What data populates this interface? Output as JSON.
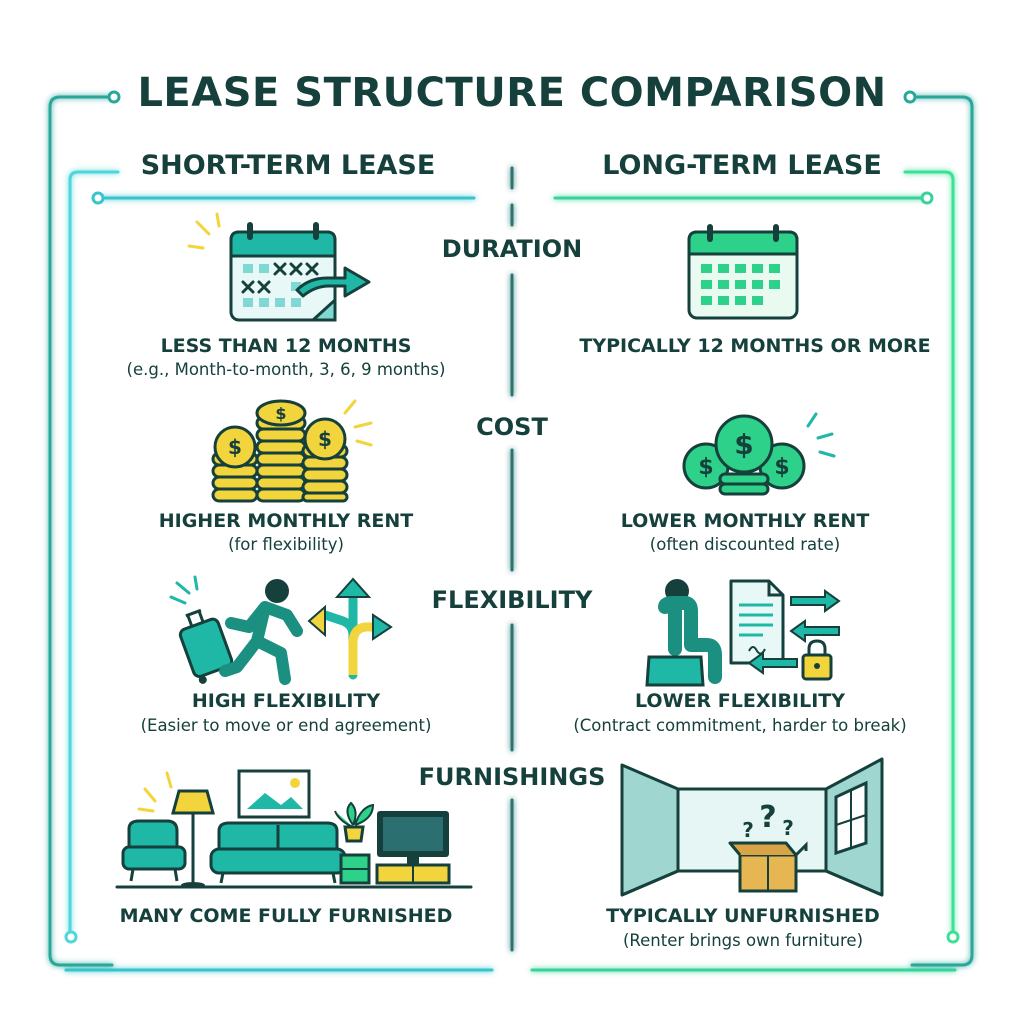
{
  "title": "LEASE STRUCTURE COMPARISON",
  "columns": {
    "left": "SHORT-TERM LEASE",
    "right": "LONG-TERM LEASE"
  },
  "categories": {
    "duration": "DURATION",
    "cost": "COST",
    "flexibility": "FLEXIBILITY",
    "furnishings": "FURNISHINGS"
  },
  "short_term": {
    "duration": {
      "main": "LESS THAN 12 MONTHS",
      "sub": "(e.g., Month-to-month, 3, 6, 9 months)"
    },
    "cost": {
      "main": "HIGHER MONTHLY RENT",
      "sub": "(for flexibility)"
    },
    "flexibility": {
      "main": "HIGH FLEXIBILITY",
      "sub": "(Easier to move or end agreement)"
    },
    "furnishings": {
      "main": "MANY COME FULLY FURNISHED"
    }
  },
  "long_term": {
    "duration": {
      "main": "TYPICALLY 12 MONTHS OR MORE"
    },
    "cost": {
      "main": "LOWER MONTHLY RENT",
      "sub": "(often discounted rate)"
    },
    "flexibility": {
      "main": "LOWER FLEXIBILITY",
      "sub": "(Contract commitment, harder to break)"
    },
    "furnishings": {
      "main": "TYPICALLY UNFURNISHED",
      "sub": "(Renter brings own furniture)"
    }
  },
  "icons": {
    "short_duration": "calendar-crossed-arrow-icon",
    "long_duration": "calendar-full-icon",
    "short_cost": "coin-stacks-icon",
    "long_cost": "coins-icon",
    "short_flex": "runner-suitcase-icon",
    "long_flex": "seated-contract-lock-icon",
    "short_furn": "furnished-living-room-icon",
    "long_furn": "empty-room-box-icon"
  },
  "colors": {
    "dark": "#15403c",
    "teal": "#1fb7a6",
    "mint": "#2dd18a",
    "cyan_glow": "#7fe6e6",
    "yellow": "#f2d43c"
  }
}
